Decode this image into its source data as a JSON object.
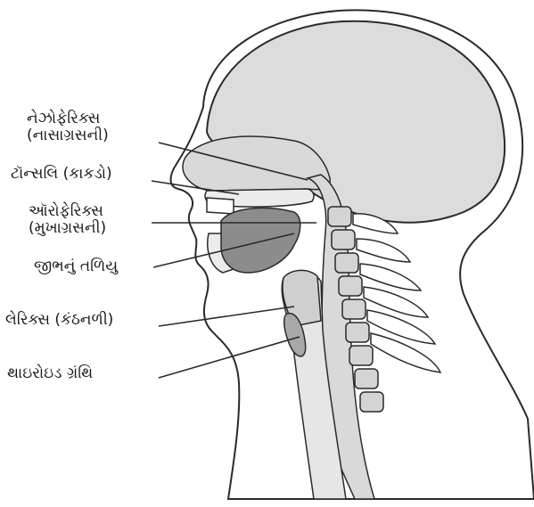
{
  "labels": {
    "nasopharynx": {
      "line1": "નેઝોફેરિક્સ",
      "line2": "(નાસાગ્રસની)"
    },
    "tonsil": {
      "text": "ટૉન્સલિ (કાકડો)"
    },
    "oropharynx": {
      "line1": "ઑરોફેરિક્સ",
      "line2": "(મુખાગ્રસની)"
    },
    "tongue_base": {
      "text": "જીભનું તળિયુ"
    },
    "larynx": {
      "text": "લેરિક્સ (કંઠનળી)"
    },
    "thyroid": {
      "text": "થાઇરોઇડ ગ્રંથિ"
    }
  },
  "colors": {
    "outline": "#2a2a2a",
    "skin": "#ffffff",
    "tissue": "#d9d9d9",
    "tissue_light": "#ececec",
    "tongue": "#8c8c8c",
    "bone": "#bdbdbd"
  }
}
